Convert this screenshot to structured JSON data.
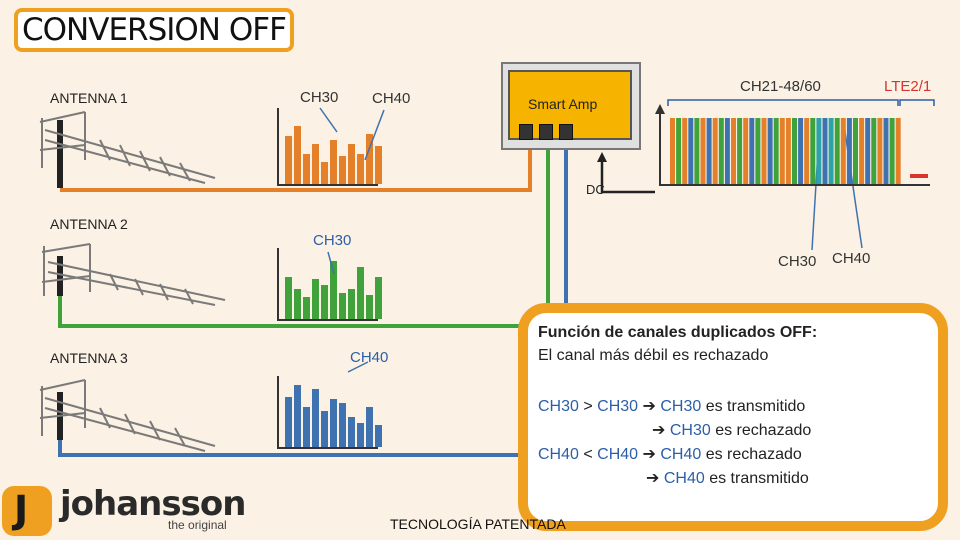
{
  "title": "CONVERSION OFF",
  "antennas": [
    {
      "label": "ANTENNA 1",
      "color": "#e5802a"
    },
    {
      "label": "ANTENNA 2",
      "color": "#3fa23a"
    },
    {
      "label": "ANTENNA 3",
      "color": "#3f72b0"
    }
  ],
  "channels": {
    "a1_ch30": "CH30",
    "a1_ch40": "CH40",
    "a2_ch30": "CH30",
    "a3_ch40": "CH40",
    "out_ch30": "CH30",
    "out_ch40": "CH40"
  },
  "amplifier": {
    "label": "Smart Amp",
    "dc_label": "DC"
  },
  "output": {
    "range_label": "CH21-48/60",
    "lte_label": "LTE2/1"
  },
  "info": {
    "heading": "Función de canales duplicados OFF:",
    "subheading": "El canal más débil es rechazado",
    "r1_a": "CH30",
    "r1_op": " > ",
    "r1_b": "CH30",
    "r1_c": "CH30",
    "r1_text": " es transmitido",
    "r2_c": "CH30",
    "r2_text": " es rechazado",
    "r3_a": "CH40",
    "r3_op": " < ",
    "r3_b": "CH40",
    "r3_c": "CH40",
    "r3_text": " es rechazado",
    "r4_c": "CH40",
    "r4_text": " es transmitido",
    "arrow": "➔"
  },
  "footer": {
    "logo_letter": "J",
    "logo_word": "johansson",
    "logo_tagline": "the original",
    "patent": "TECNOLOGÍA PATENTADA"
  },
  "colors": {
    "orange": "#e5802a",
    "green": "#3fa23a",
    "blue": "#3f72b0",
    "frame": "#f0a020",
    "teal": "#2ba3a8"
  }
}
